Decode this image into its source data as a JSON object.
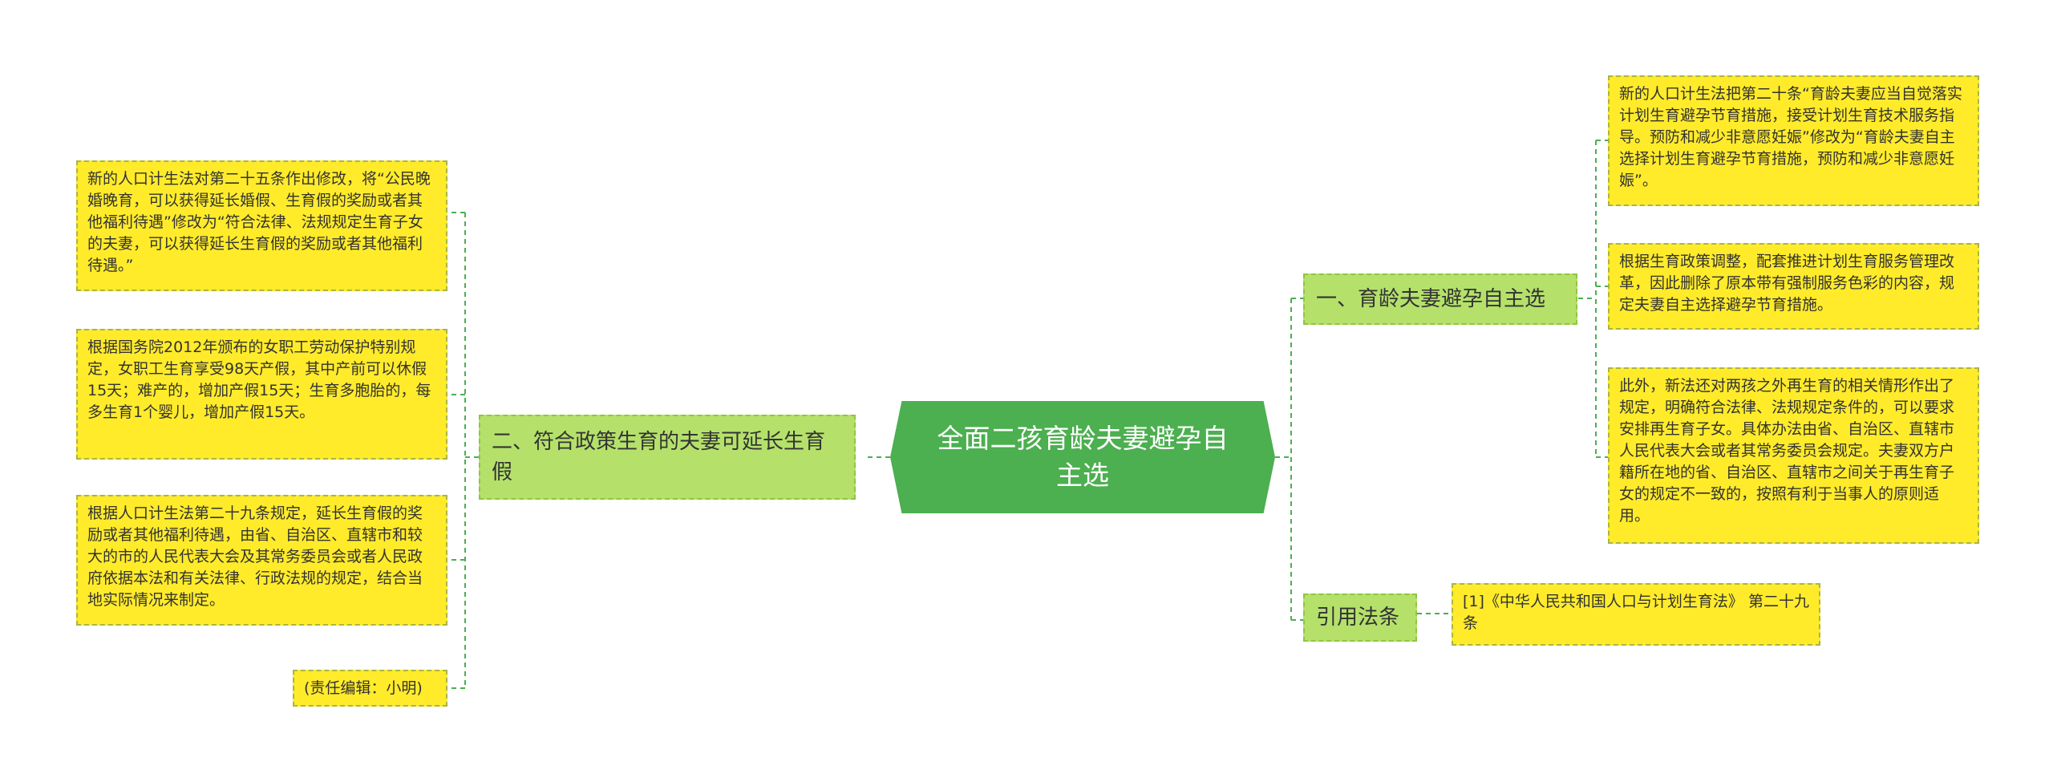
{
  "root": {
    "title": "全面二孩育龄夫妻避孕自主选"
  },
  "left_branch": {
    "title": "二、符合政策生育的夫妻可延长生育假",
    "leaves": [
      "新的人口计生法对第二十五条作出修改，将“公民晚婚晚育，可以获得延长婚假、生育假的奖励或者其他福利待遇”修改为“符合法律、法规规定生育子女的夫妻，可以获得延长生育假的奖励或者其他福利待遇。”",
      "根据国务院2012年颁布的女职工劳动保护特别规定，女职工生育享受98天产假，其中产前可以休假15天；难产的，增加产假15天；生育多胞胎的，每多生育1个婴儿，增加产假15天。",
      "根据人口计生法第二十九条规定，延长生育假的奖励或者其他福利待遇，由省、自治区、直辖市和较大的市的人民代表大会及其常务委员会或者人民政府依据本法和有关法律、行政法规的规定，结合当地实际情况来制定。",
      "(责任编辑：小明)"
    ]
  },
  "right_branch_1": {
    "title": "一、育龄夫妻避孕自主选",
    "leaves": [
      "新的人口计生法把第二十条“育龄夫妻应当自觉落实计划生育避孕节育措施，接受计划生育技术服务指导。预防和减少非意愿妊娠”修改为“育龄夫妻自主选择计划生育避孕节育措施，预防和减少非意愿妊娠”。",
      "根据生育政策调整，配套推进计划生育服务管理改革，因此删除了原本带有强制服务色彩的内容，规定夫妻自主选择避孕节育措施。",
      "此外，新法还对两孩之外再生育的相关情形作出了规定，明确符合法律、法规规定条件的，可以要求安排再生育子女。具体办法由省、自治区、直辖市人民代表大会或者其常务委员会规定。夫妻双方户籍所在地的省、自治区、直辖市之间关于再生育子女的规定不一致的，按照有利于当事人的原则适用。"
    ]
  },
  "right_branch_2": {
    "title": "引用法条",
    "leaves": [
      "[1]《中华人民共和国人口与计划生育法》 第二十九条"
    ]
  },
  "colors": {
    "root_fill": "#4caf50",
    "branch_fill": "#b5e16b",
    "leaf_fill": "#ffeb2a",
    "connector": "#4caf50"
  }
}
